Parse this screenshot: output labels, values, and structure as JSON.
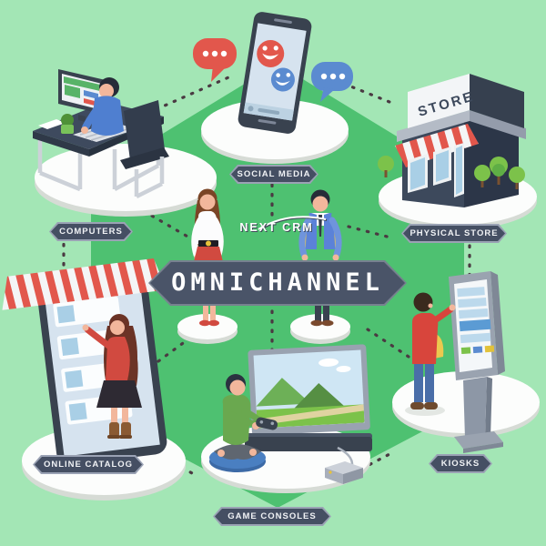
{
  "brand": "NEXT CRM",
  "banner": "OMNICHANNEL",
  "store_sign": "STORE",
  "channels": [
    {
      "id": "computers",
      "label": "COMPUTERS"
    },
    {
      "id": "social-media",
      "label": "SOCIAL MEDIA"
    },
    {
      "id": "physical-store",
      "label": "PHYSICAL STORE"
    },
    {
      "id": "online-catalog",
      "label": "ONLINE CATALOG"
    },
    {
      "id": "game-consoles",
      "label": "GAME CONSOLES"
    },
    {
      "id": "kiosks",
      "label": "KIOSKS"
    }
  ],
  "colors": {
    "background_outer": "#a3e6b5",
    "background_hexagon": "#4ec171",
    "banner_fill": "#4a5468",
    "badge_fill": "#454f63",
    "accent_red": "#e2574c",
    "accent_blue": "#5b8bd0",
    "dash": "#4a3a42",
    "platform_white": "#fcfdfc"
  }
}
